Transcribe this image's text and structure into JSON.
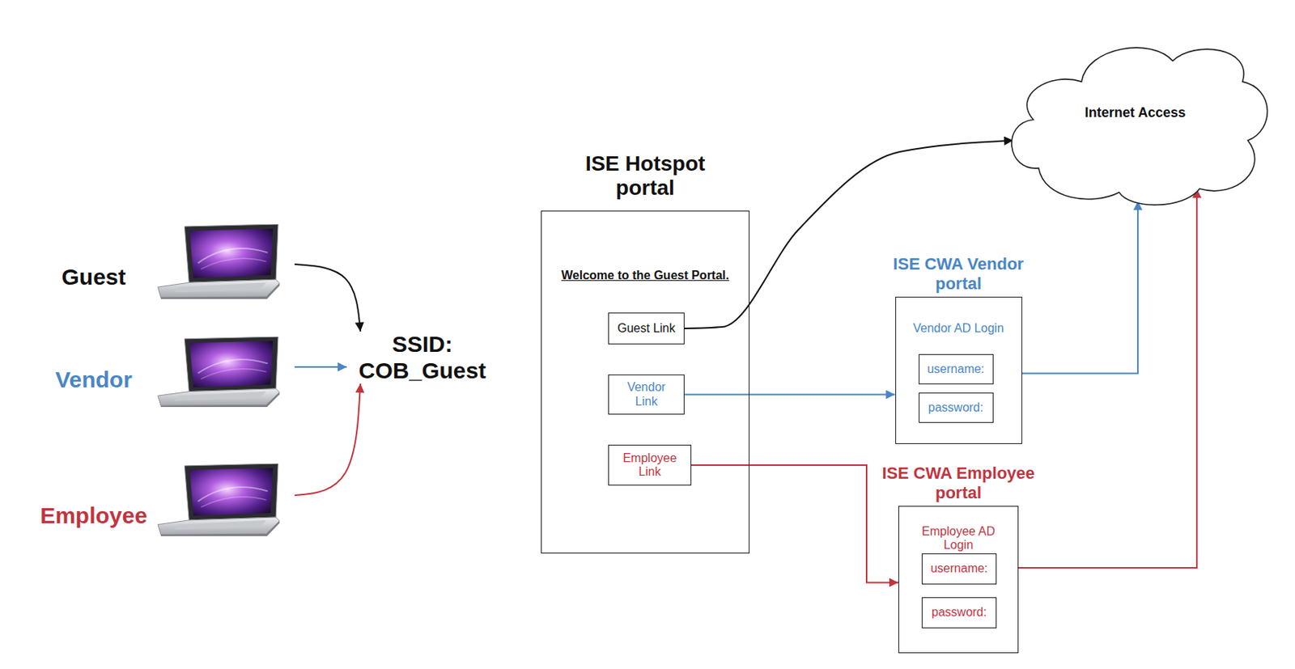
{
  "diagram": {
    "nodes": [
      {
        "text": [
          "Guest"
        ]
      },
      {
        "text": [
          "Vendor"
        ]
      },
      {
        "text": [
          "Employee"
        ]
      },
      {
        "text": [
          "SSID: COB_Guest"
        ]
      },
      {
        "text": [
          "ISE Hotspot portal",
          "Welcome to the Guest Portal."
        ]
      },
      {
        "text": [
          "Guest Link"
        ],
        "in": 4
      },
      {
        "text": [
          "Vendor Link"
        ],
        "in": 4
      },
      {
        "text": [
          "Employee Link"
        ],
        "in": 4
      },
      {
        "text": [
          "Internet Access"
        ]
      },
      {
        "text": [
          "ISE CWA Vendor portal",
          "Vendor AD Login"
        ]
      },
      {
        "text": [
          "username:"
        ],
        "in": 9
      },
      {
        "text": [
          "password:"
        ],
        "in": 9
      },
      {
        "text": [
          "ISE CWA Employee portal",
          "Employee AD Login"
        ]
      },
      {
        "text": [
          "username:"
        ],
        "in": 12
      },
      {
        "text": [
          "password:"
        ],
        "in": 12
      }
    ],
    "edges": [
      {
        "from": 0,
        "to": 3,
        "arrow": "to"
      },
      {
        "from": 1,
        "to": 3,
        "arrow": "to"
      },
      {
        "from": 2,
        "to": 3,
        "arrow": "to"
      },
      {
        "from": 5,
        "to": 8,
        "arrow": "to"
      },
      {
        "from": 6,
        "to": 9,
        "arrow": "to"
      },
      {
        "from": 7,
        "to": 12,
        "arrow": "to"
      },
      {
        "from": 9,
        "to": 8,
        "arrow": "to"
      },
      {
        "from": 12,
        "to": 8,
        "arrow": "to"
      }
    ]
  }
}
